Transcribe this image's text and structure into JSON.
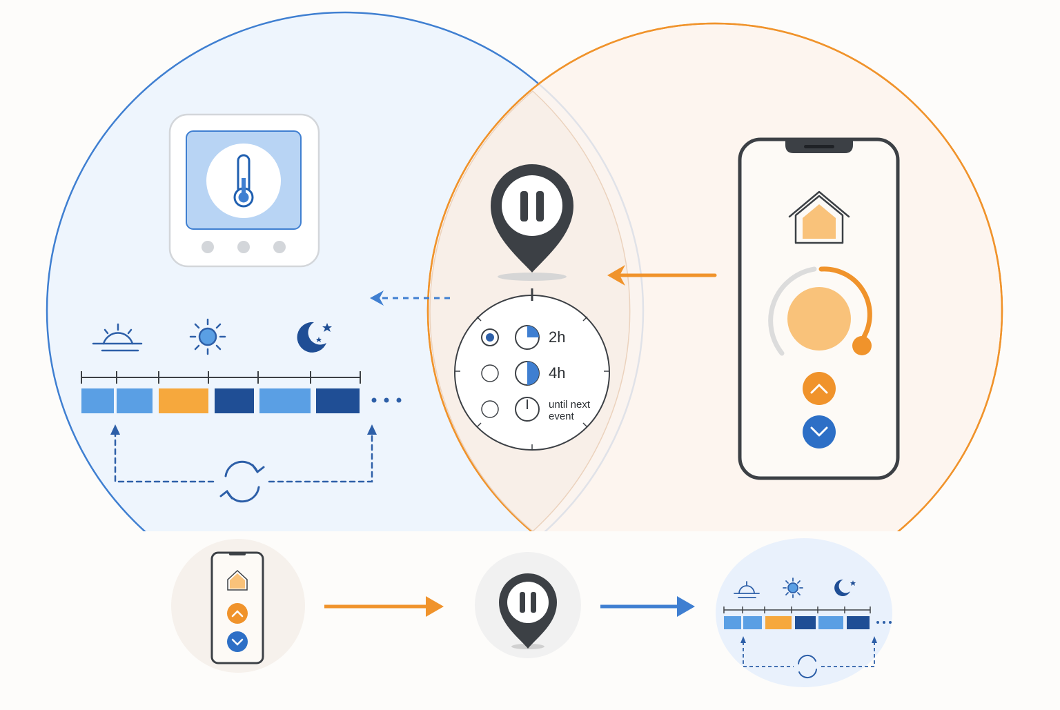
{
  "colors": {
    "schedule_blue": "#3f7fd1",
    "override_orange": "#f0932b",
    "dark": "#3c4045",
    "light_blue": "#5a9fe4",
    "mid_blue": "#6aa8e8",
    "navy": "#1f4e95",
    "amber": "#f6a83d",
    "peach": "#f9c27a"
  },
  "icons": {
    "thermostat": "thermometer-icon",
    "pause": "pause-pin-icon",
    "sunrise": "sunrise-icon",
    "sun": "sun-icon",
    "night": "moon-stars-icon",
    "repeat": "repeat-icon",
    "home": "home-icon",
    "up": "chevron-up-icon",
    "down": "chevron-down-icon"
  },
  "hold_options": [
    {
      "label": "2h",
      "selected": true,
      "fill_fraction": 0.25
    },
    {
      "label": "4h",
      "selected": false,
      "fill_fraction": 0.5
    },
    {
      "label": "until next event",
      "selected": false,
      "fill_fraction": 0
    }
  ],
  "schedule_blocks": [
    "light-blue",
    "light-blue",
    "amber",
    "navy",
    "light-blue",
    "navy"
  ],
  "dial_level": 0.55
}
